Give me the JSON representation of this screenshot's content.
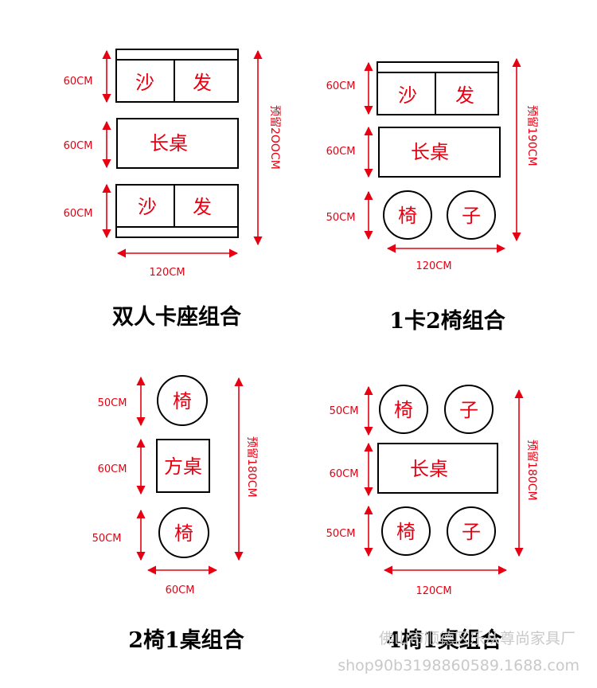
{
  "colors": {
    "annotation": "#e60012",
    "outline": "#000000",
    "watermark": "#c9c9c9"
  },
  "layouts": [
    {
      "title": "双人卡座组合",
      "rows": [
        {
          "label": "沙 发",
          "left": "沙",
          "right": "发",
          "dim": "60CM"
        },
        {
          "label": "长桌",
          "dim": "60CM"
        },
        {
          "label": "沙 发",
          "left": "沙",
          "right": "发",
          "dim": "60CM"
        }
      ],
      "width": "120CM",
      "reserve": "预留2OOCM"
    },
    {
      "title": "1卡2椅组合",
      "rows": [
        {
          "left": "沙",
          "right": "发",
          "dim": "60CM"
        },
        {
          "label": "长桌",
          "dim": "60CM"
        },
        {
          "left": "椅",
          "right": "子",
          "dim": "50CM"
        }
      ],
      "width": "120CM",
      "reserve": "预留190CM"
    },
    {
      "title": "2椅1桌组合",
      "rows": [
        {
          "label": "椅",
          "dim": "50CM"
        },
        {
          "label": "方桌",
          "dim": "60CM"
        },
        {
          "label": "椅",
          "dim": "50CM"
        }
      ],
      "width": "60CM",
      "reserve": "预留180CM"
    },
    {
      "title": "4椅1桌组合",
      "rows": [
        {
          "left": "椅",
          "right": "子",
          "dim": "50CM"
        },
        {
          "label": "长桌",
          "dim": "60CM"
        },
        {
          "left": "椅",
          "right": "子",
          "dim": "50CM"
        }
      ],
      "width": "120CM",
      "reserve": "预留180CM"
    }
  ],
  "watermark": {
    "line1": "佛山市顺德区乐从尊尚家具厂",
    "line2": "shop90b3198860589.1688.com"
  }
}
